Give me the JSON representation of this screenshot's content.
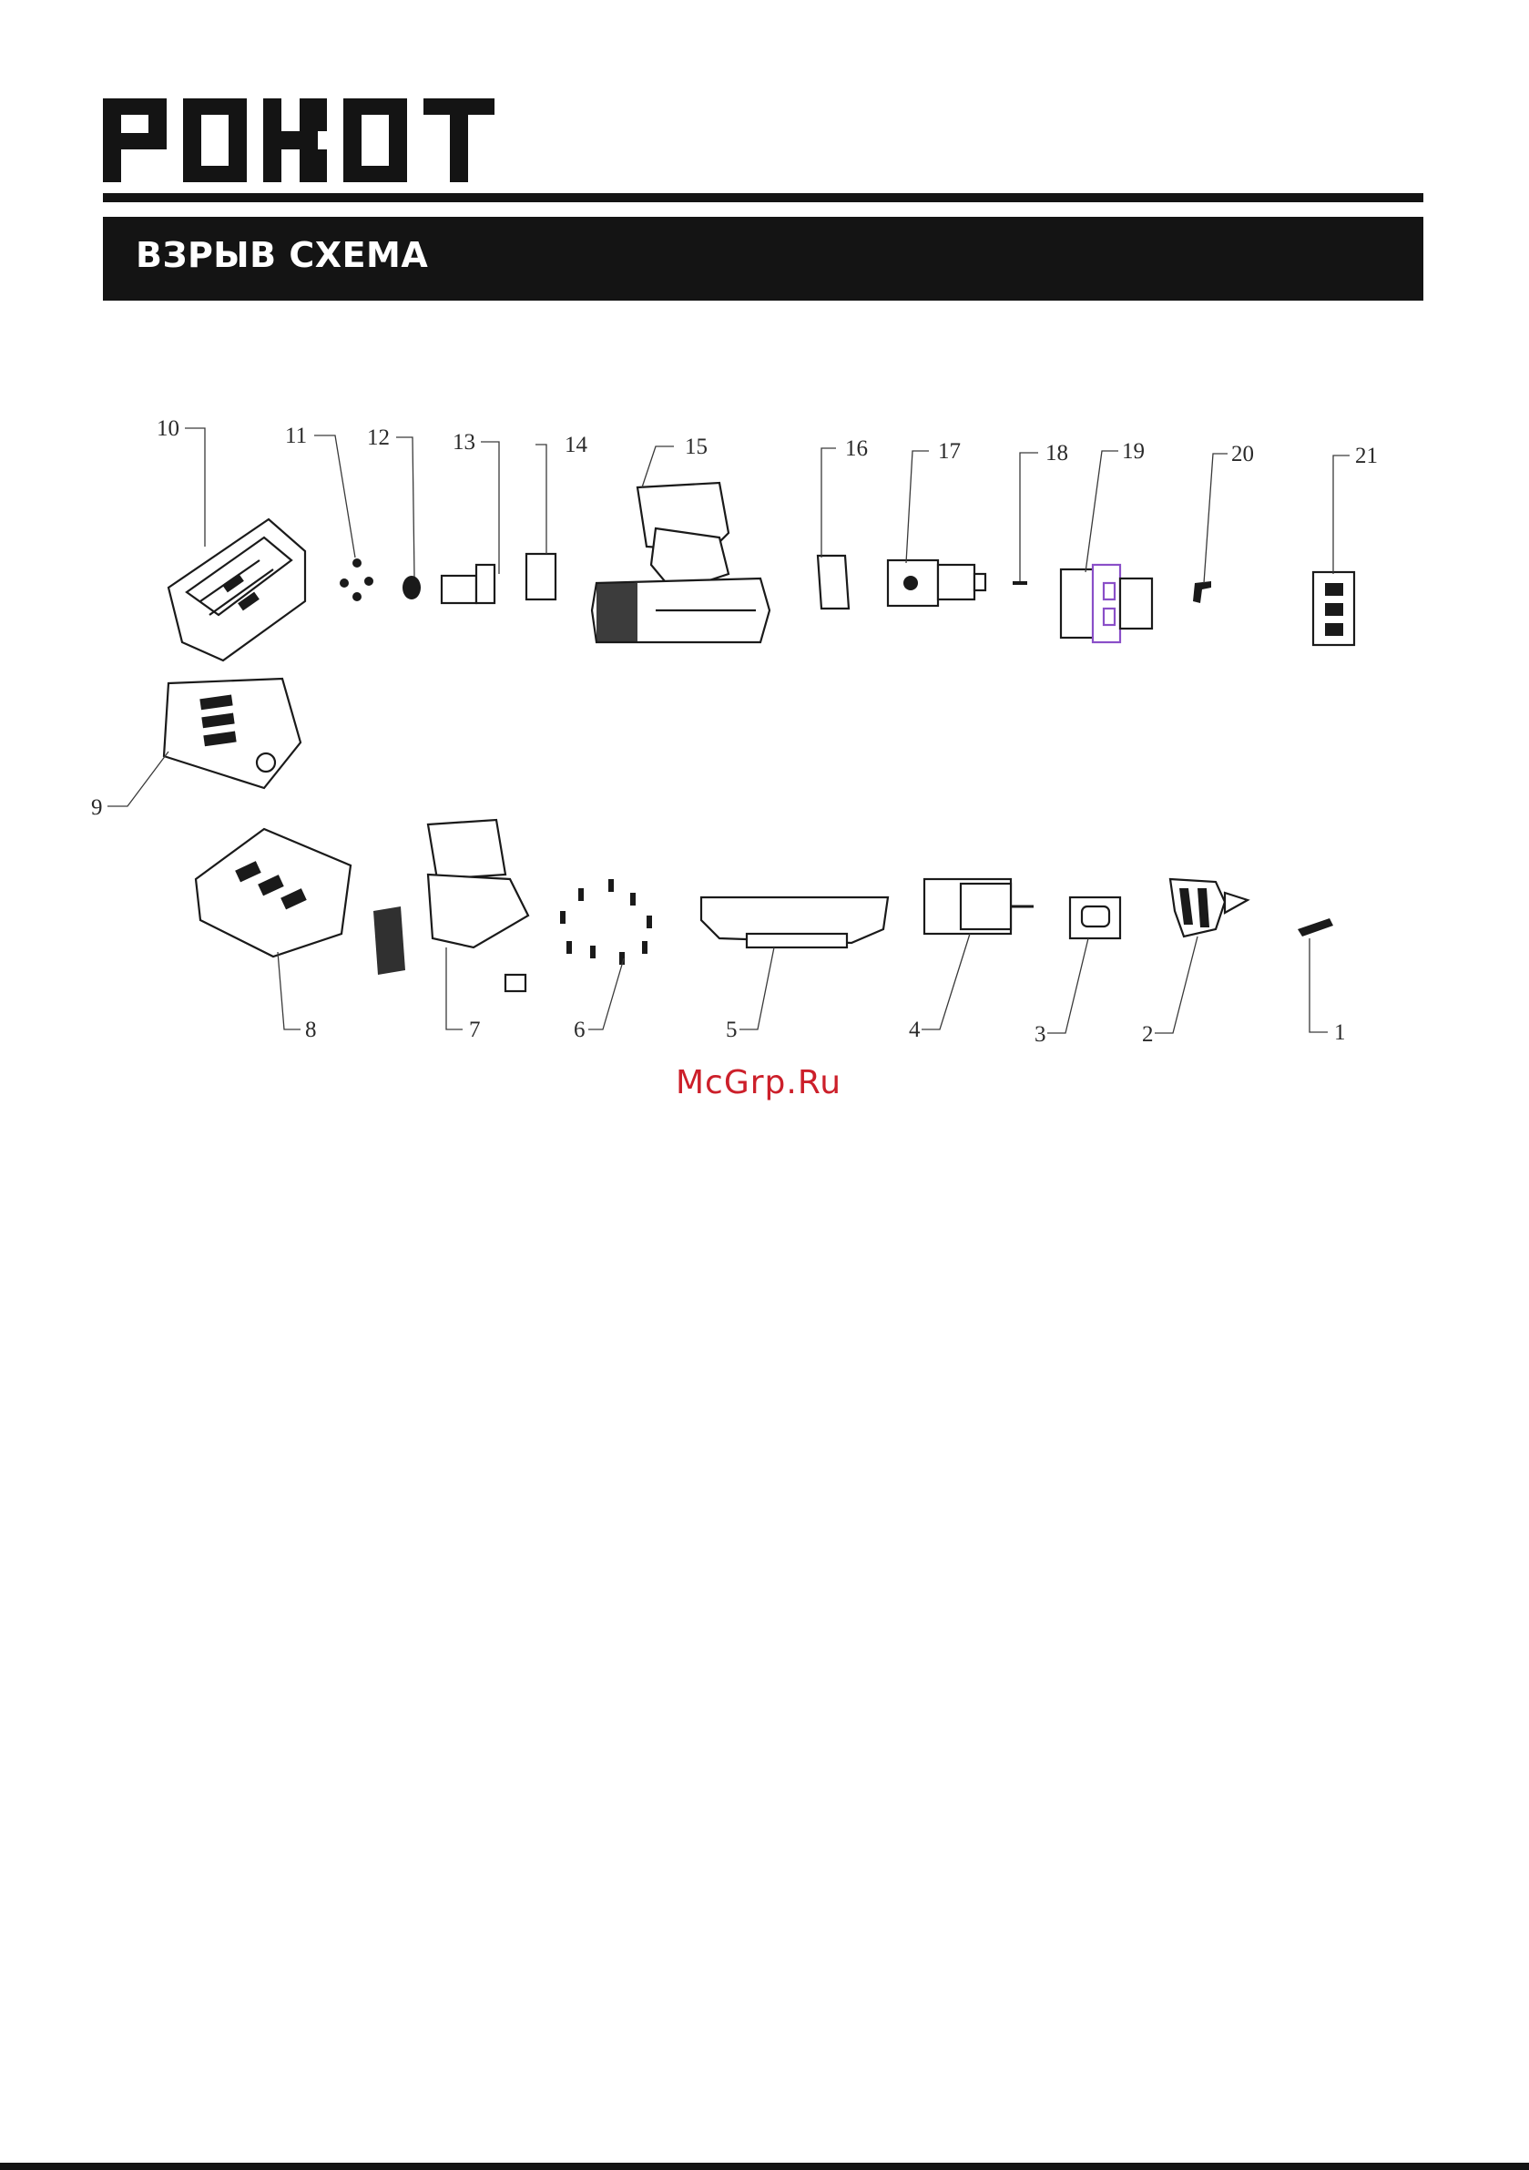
{
  "header": {
    "logo_text": "РОКОТ",
    "section_title": "ВЗРЫВ СХЕМА"
  },
  "diagram": {
    "callouts": [
      "1",
      "2",
      "3",
      "4",
      "5",
      "6",
      "7",
      "8",
      "9",
      "10",
      "11",
      "12",
      "13",
      "14",
      "15",
      "16",
      "17",
      "18",
      "19",
      "20",
      "21"
    ]
  },
  "watermark": "McGrp.Ru",
  "colors": {
    "band": "#141414",
    "band_text": "#ffffff",
    "watermark": "#cc1f2a",
    "accent_part": "#8a4fc8"
  }
}
